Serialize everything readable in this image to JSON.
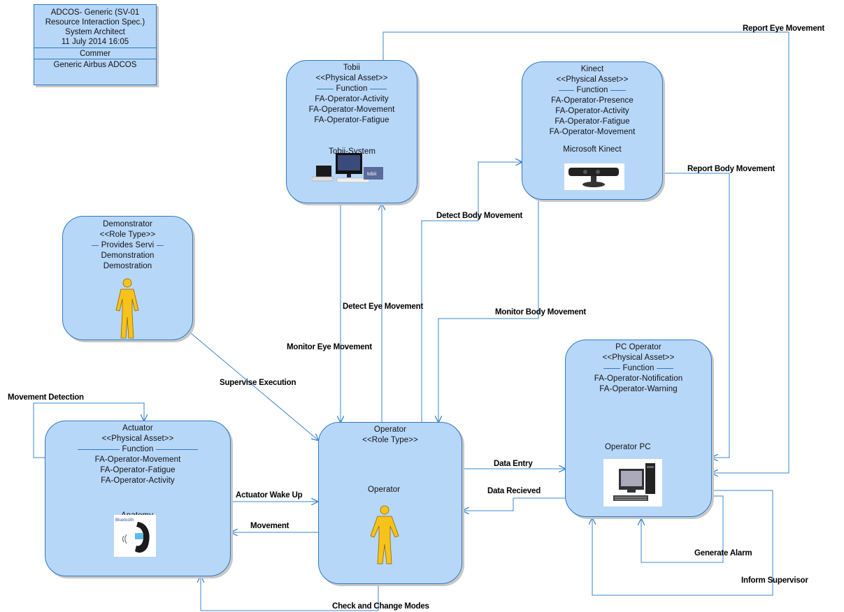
{
  "header": {
    "line1": "ADCOS- Generic (SV-01",
    "line2": "Resource Interaction Spec.)",
    "line3": "System Architect",
    "line4": "11 July  2014 16:05",
    "section": "Commer",
    "line5": "Generic Airbus ADCOS"
  },
  "nodes": {
    "tobii": {
      "name": "Tobii",
      "stereotype": "<<Physical Asset>>",
      "section": "Function",
      "functions": [
        "FA-Operator-Activity",
        "FA-Operator-Movement",
        "FA-Operator-Fatigue"
      ],
      "image_caption": "Tobii-System",
      "image_text": "tobii"
    },
    "kinect": {
      "name": "Kinect",
      "stereotype": "<<Physical Asset>>",
      "section": "Function",
      "functions": [
        "FA-Operator-Presence",
        "FA-Operator-Activity",
        "FA-Operator-Fatigue",
        "FA-Operator-Movement"
      ],
      "image_caption": "Microsoft Kinect"
    },
    "demonstrator": {
      "name": "Demonstrator",
      "stereotype": "<<Role Type>>",
      "section": "Provides Servi",
      "functions": [
        "Demonstration",
        "Demostration"
      ]
    },
    "pc_operator": {
      "name": "PC Operator",
      "stereotype": "<<Physical Asset>>",
      "section": "Function",
      "functions": [
        "FA-Operator-Notification",
        "FA-Operator-Warning"
      ],
      "image_caption": "Operator PC"
    },
    "actuator": {
      "name": "Actuator",
      "stereotype": "<<Physical Asset>>",
      "section": "Function",
      "functions": [
        "FA-Operator-Movement",
        "FA-Operator-Fatigue",
        "FA-Operator-Activity"
      ],
      "image_caption": "Anatomy",
      "image_text": "Bluetooth"
    },
    "operator": {
      "name": "Operator",
      "stereotype": "<<Role Type>>",
      "image_caption": "Operator"
    }
  },
  "connectors": {
    "report_eye": "Report Eye Movement",
    "report_body": "Report Body Movement",
    "detect_body": "Detect Body Movement",
    "detect_eye": "Detect Eye Movement",
    "monitor_body": "Monitor Body  Movement",
    "monitor_eye": "Monitor Eye Movement",
    "supervise": "Supervise Execution",
    "movement_detection": "Movement Detection",
    "actuator_wake": "Actuator Wake Up",
    "movement": "Movement",
    "data_entry": "Data Entry",
    "data_received": "Data Recieved",
    "generate_alarm": "Generate Alarm",
    "inform_supervisor": "Inform Supervisor",
    "check_modes": "Check and Change Modes"
  },
  "colors": {
    "node_fill": "#b7d7f9",
    "node_border": "#2f78c4",
    "line": "#3a86d1",
    "figure": "#f7c21a"
  }
}
